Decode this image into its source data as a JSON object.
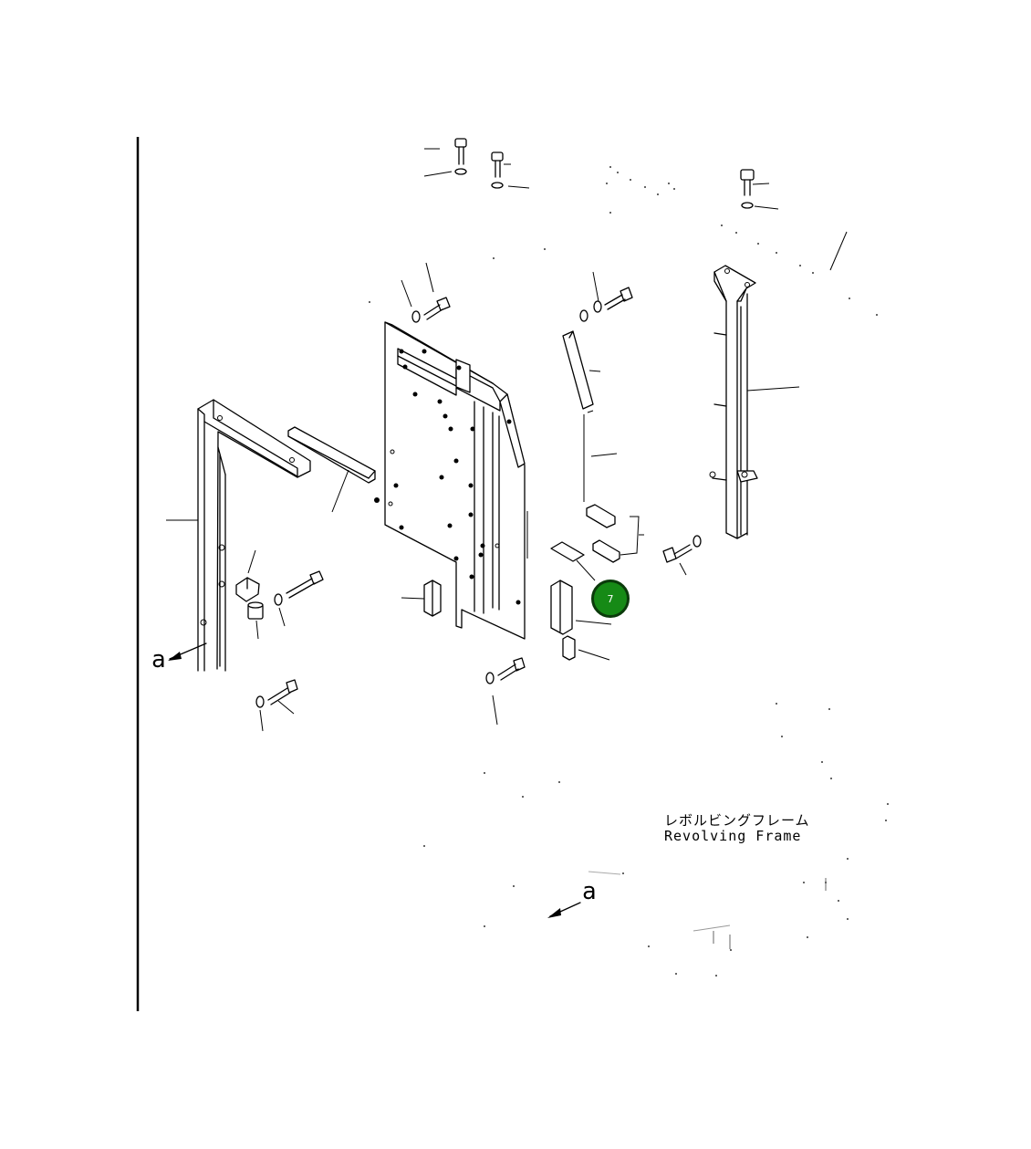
{
  "diagram": {
    "callout_a_left": "a",
    "callout_a_bottom": "a",
    "frame_label_jp": "レボルビングフレーム",
    "frame_label_en": "Revolving Frame",
    "drawing_code": "",
    "hotspot": {
      "number": "7",
      "color": "#168a16"
    }
  }
}
